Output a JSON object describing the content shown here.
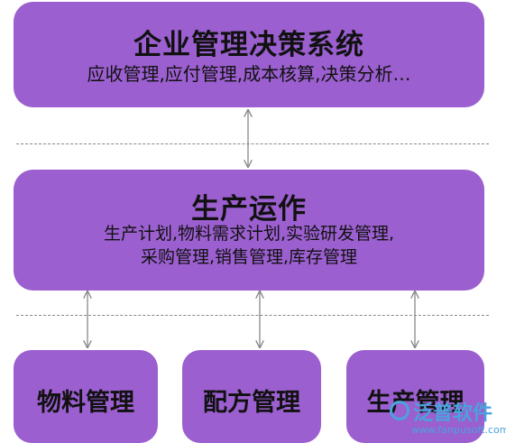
{
  "top": {
    "title": "企业管理决策系统",
    "desc": "应收管理,应付管理,成本核算,决策分析…"
  },
  "middle": {
    "title": "生产运作",
    "desc_line1": "生产计划,物料需求计划,实验研发管理,",
    "desc_line2": "采购管理,销售管理,库存管理"
  },
  "bottom": [
    {
      "title": "物料管理"
    },
    {
      "title": "配方管理"
    },
    {
      "title": "生产管理"
    }
  ],
  "watermark": {
    "brand": "泛普软件",
    "url": "www.fanpusoft.com"
  },
  "colors": {
    "box_fill": "#9b5fcf",
    "arrow": "#888888",
    "dash": "#888888",
    "watermark": "#4aa3dc"
  }
}
